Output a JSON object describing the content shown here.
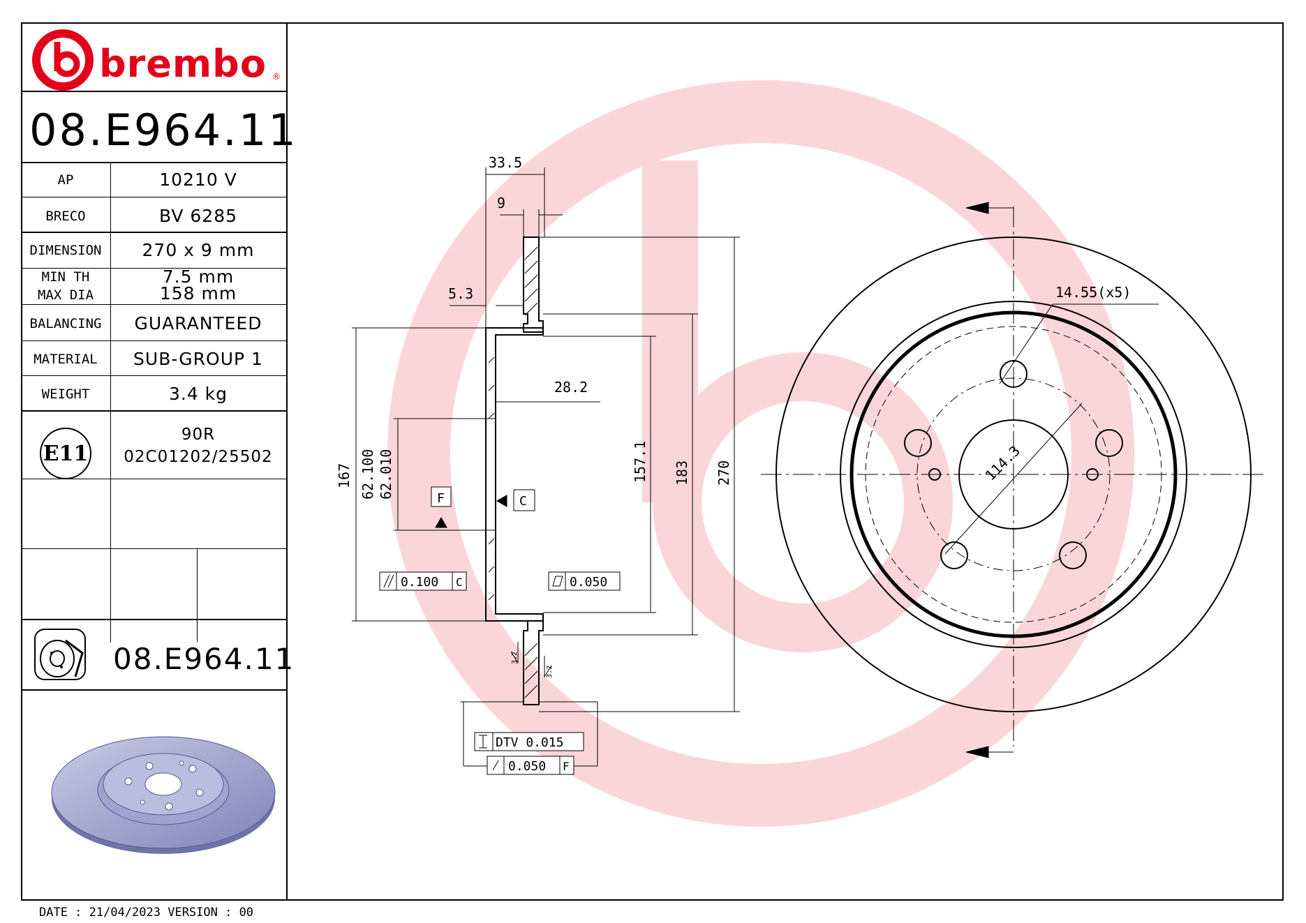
{
  "brand": {
    "name": "brembo",
    "registered": "®",
    "color": "#e2001a"
  },
  "part_number": "08.E964.11",
  "specs": [
    {
      "label": "AP",
      "value": "10210 V"
    },
    {
      "label": "BRECO",
      "value": "BV 6285"
    },
    {
      "label": "DIMENSION",
      "value": "270 x 9 mm"
    },
    {
      "label": "MIN TH",
      "value": "7.5 mm"
    },
    {
      "label": "MAX DIA",
      "value": "158 mm"
    },
    {
      "label": "BALANCING",
      "value": "GUARANTEED"
    },
    {
      "label": "MATERIAL",
      "value": "SUB-GROUP 1"
    },
    {
      "label": "WEIGHT",
      "value": "3.4 kg"
    }
  ],
  "approval": {
    "mark": "E11",
    "reg": "90R",
    "number": "02C01202/25502"
  },
  "footer": {
    "date_label": "DATE : 21/04/2023 VERSION : 00"
  },
  "dimensions": {
    "overall_width": "33.5",
    "disc_thickness": "9",
    "offset": "5.3",
    "hat_depth": "28.2",
    "dia_167": "167",
    "bore_max": "62.100",
    "bore_min": "62.010",
    "dia_157": "157.1",
    "dia_183": "183",
    "dia_270": "270",
    "bolt_hole": "14.55(x5)",
    "pcd": "114.3",
    "datum_f": "F",
    "datum_c": "C",
    "parallelism": "0.100",
    "flatness": "0.050",
    "dtv": "DTV 0.015",
    "runout": "0.050",
    "finish_1": "3.2",
    "finish_2": "3.2"
  }
}
